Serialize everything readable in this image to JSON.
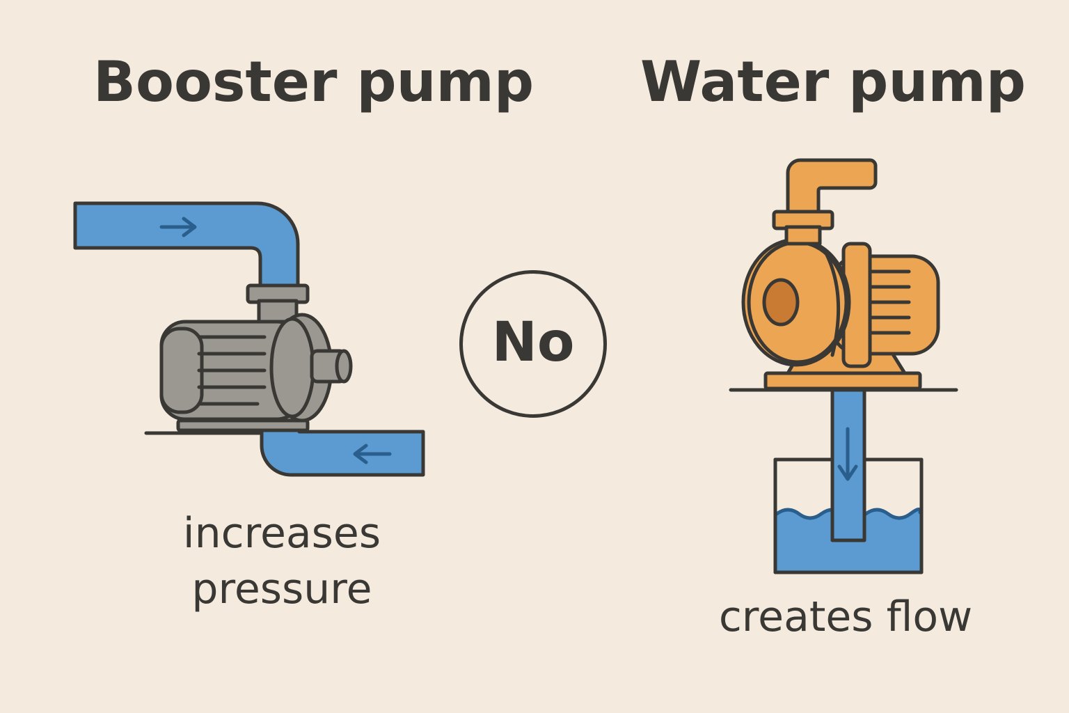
{
  "left_panel": {
    "title": "Booster pump",
    "caption_line1": "increases",
    "caption_line2": "pressure",
    "icon": "booster-pump-icon"
  },
  "center": {
    "badge_text": "No",
    "icon": "circle-badge"
  },
  "right_panel": {
    "title": "Water pump",
    "caption": "creates flow",
    "icon": "water-pump-icon"
  },
  "colors": {
    "background": "#f4ebde",
    "text": "#3a3834",
    "water": "#5b9bd1",
    "water_dark": "#2a5e8c",
    "booster_body": "#9a9890",
    "water_pump_body": "#eca553"
  }
}
